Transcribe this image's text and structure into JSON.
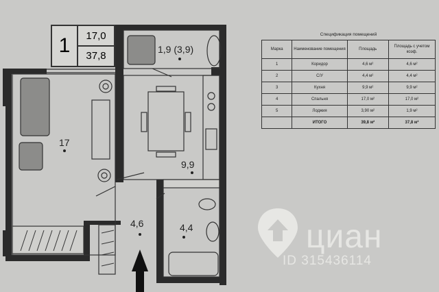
{
  "badge": {
    "rooms": "1",
    "area_living": "17,0",
    "area_total": "37,8"
  },
  "rooms": {
    "bedroom": "17",
    "loggia": "1,9 (3,9)",
    "kitchen": "9,9",
    "corridor": "4,6",
    "bathroom": "4,4"
  },
  "spec": {
    "title": "Спецификация помещений",
    "headers": [
      "Марка",
      "Наименование помещения",
      "Площадь",
      "Площадь с учетом коэф."
    ],
    "rows": [
      [
        "1",
        "Коридор",
        "4,6 м²",
        "4,6 м²"
      ],
      [
        "2",
        "С/У",
        "4,4 м²",
        "4,4 м²"
      ],
      [
        "3",
        "Кухня",
        "9,9 м²",
        "9,9 м²"
      ],
      [
        "4",
        "Спальня",
        "17,0 м²",
        "17,0 м²"
      ],
      [
        "5",
        "Лоджия",
        "3,90 м²",
        "1,9 м²"
      ]
    ],
    "total": [
      "",
      "ИТОГО",
      "39,8 м²",
      "37,8 м²"
    ]
  },
  "watermark": {
    "brand": "циан",
    "id": "ID 315436114"
  },
  "colors": {
    "background": "#c9c9c7",
    "wall": "#2b2b2b",
    "line": "#333333",
    "watermark": "#ecece9"
  }
}
